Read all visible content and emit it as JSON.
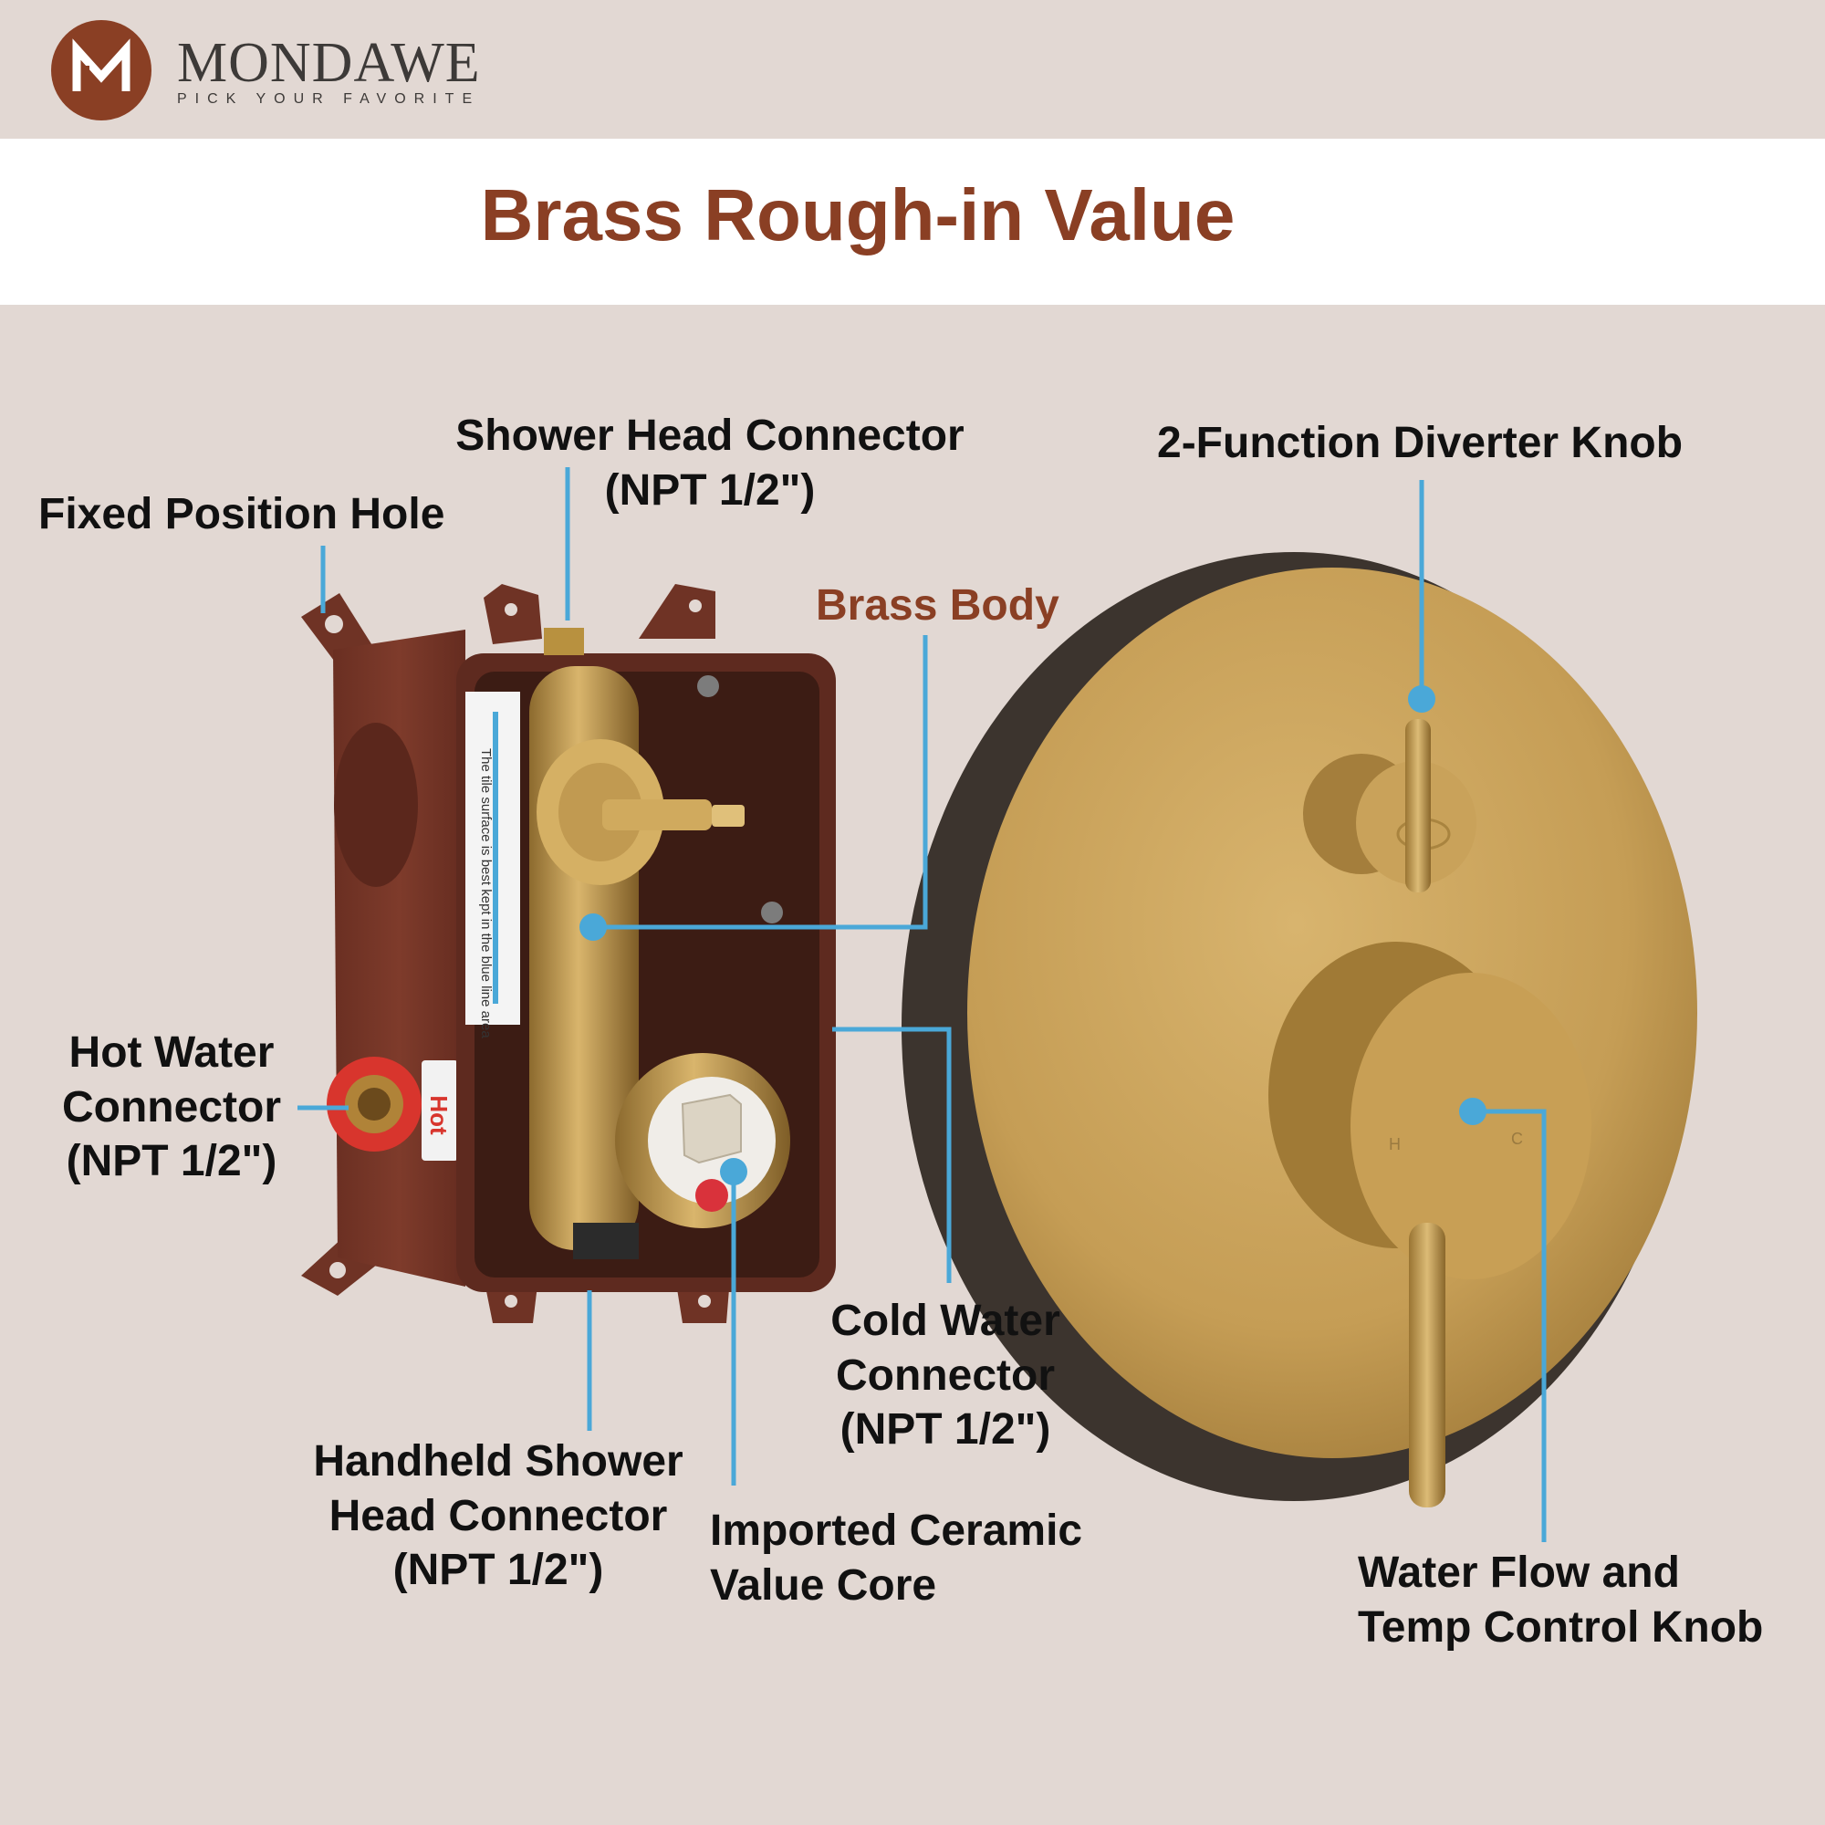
{
  "brand": {
    "name": "MONDAWE",
    "tagline": "PICK YOUR FAVORITE"
  },
  "title": "Brass Rough-in Value",
  "colors": {
    "accent": "#8a3f24",
    "callout": "#4aa8d8",
    "background": "#e2d8d3",
    "brass": "#c9a25a",
    "box": "#7a3a2a"
  },
  "box_sticker_text": "The tile surface is best kept in the blue line area",
  "hot_badge": "Hot",
  "plate_marks": {
    "hot": "H",
    "cold": "C"
  },
  "labels": {
    "shower_head_line1": "Shower Head Connector",
    "shower_head_line2": "(NPT 1/2\")",
    "fixed_hole": "Fixed Position Hole",
    "brass_body": "Brass Body",
    "diverter_knob": "2-Function Diverter Knob",
    "hot_line1": "Hot Water",
    "hot_line2": "Connector",
    "hot_line3": "(NPT 1/2\")",
    "cold_line1": "Cold Water",
    "cold_line2": "Connector",
    "cold_line3": "(NPT 1/2\")",
    "handheld_line1": "Handheld Shower",
    "handheld_line2": "Head Connector",
    "handheld_line3": "(NPT 1/2\")",
    "ceramic_line1": "Imported Ceramic",
    "ceramic_line2": "Value Core",
    "flow_line1": "Water Flow and",
    "flow_line2": "Temp Control Knob"
  }
}
